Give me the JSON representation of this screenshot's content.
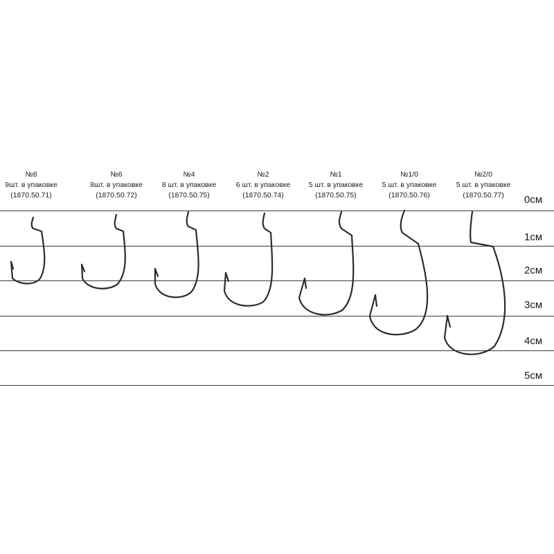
{
  "hooks": [
    {
      "size": "№8",
      "pack": "9шт.  в упаковке",
      "code": "(1870.50.71)"
    },
    {
      "size": "№6",
      "pack": "8шт.  в упаковке",
      "code": "(1870.50.72)"
    },
    {
      "size": "№4",
      "pack": "8 шт.  в упаковке",
      "code": "(1870.50.75)"
    },
    {
      "size": "№2",
      "pack": "6 шт.  в упаковке",
      "code": "(1870.50.74)"
    },
    {
      "size": "№1",
      "pack": "5 шт.  в упаковке",
      "code": "(1870.50.75)"
    },
    {
      "size": "№1/0",
      "pack": "5 шт.  в упаковке",
      "code": "(1870.50.76)"
    },
    {
      "size": "№2/0",
      "pack": "5 шт.  в упаковке",
      "code": "(1870.50.77)"
    }
  ],
  "scale": {
    "unit": "см",
    "marks": [
      "0см",
      "1см",
      "2см",
      "3см",
      "4см",
      "5см"
    ]
  },
  "colors": {
    "line": "#3a3a3a",
    "hook": "#2b2b2b",
    "text": "#1a1a1a"
  }
}
